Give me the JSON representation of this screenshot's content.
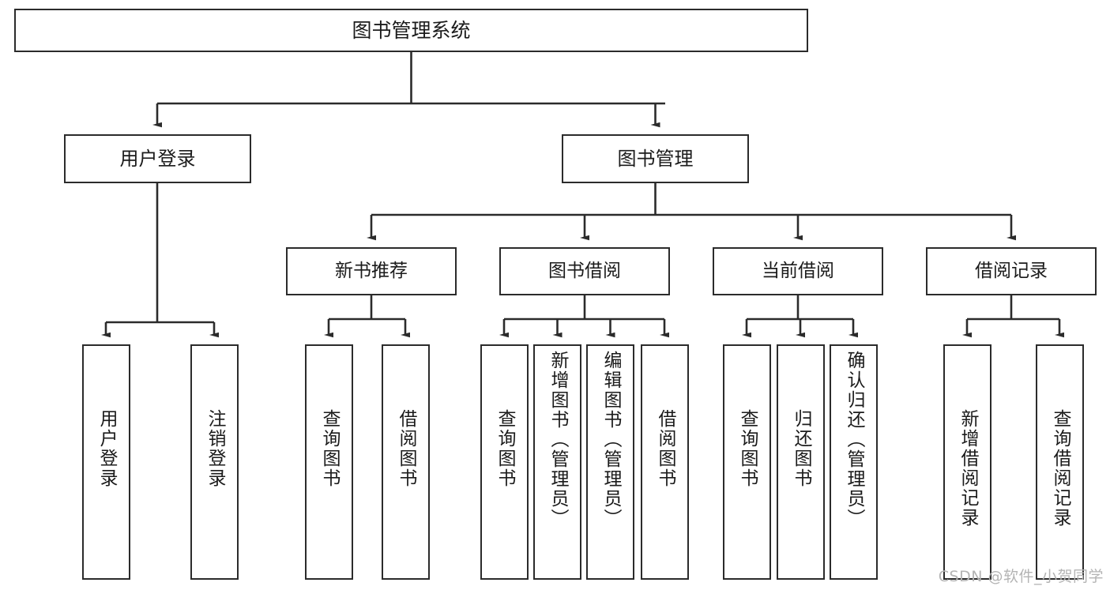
{
  "diagram": {
    "title": "图书管理系统",
    "type": "功能结构图",
    "colors": {
      "box_border": "#2b2b2b",
      "box_fill": "#ffffff",
      "connector": "#2b2b2b",
      "text": "#1b1b1b",
      "watermark": "#b4b4b4",
      "background": "#ffffff"
    },
    "nodes": {
      "root": {
        "label": "图书管理系统"
      },
      "level2": [
        {
          "label": "用户登录"
        },
        {
          "label": "图书管理"
        }
      ],
      "level3": [
        {
          "label": "新书推荐"
        },
        {
          "label": "图书借阅"
        },
        {
          "label": "当前借阅"
        },
        {
          "label": "借阅记录"
        }
      ],
      "leaves_user_login": [
        {
          "label": "用户登录"
        },
        {
          "label": "注销登录"
        }
      ],
      "leaves_new_book": [
        {
          "label": "查询图书"
        },
        {
          "label": "借阅图书"
        }
      ],
      "leaves_borrow": [
        {
          "label": "查询图书"
        },
        {
          "label": "新增图书（管理员）"
        },
        {
          "label": "编辑图书（管理员）"
        },
        {
          "label": "借阅图书"
        }
      ],
      "leaves_current": [
        {
          "label": "查询图书"
        },
        {
          "label": "归还图书"
        },
        {
          "label": "确认归还（管理员）"
        }
      ],
      "leaves_records": [
        {
          "label": "新增借阅记录"
        },
        {
          "label": "查询借阅记录"
        }
      ]
    },
    "watermark": "CSDN @软件_小贺同学"
  },
  "chart_data": {
    "type": "tree",
    "title": "图书管理系统",
    "orientation": "top-down",
    "edges": [
      {
        "from": "图书管理系统",
        "to": "用户登录"
      },
      {
        "from": "图书管理系统",
        "to": "图书管理"
      },
      {
        "from": "用户登录",
        "to": "用户登录(叶)"
      },
      {
        "from": "用户登录",
        "to": "注销登录"
      },
      {
        "from": "图书管理",
        "to": "新书推荐"
      },
      {
        "from": "图书管理",
        "to": "图书借阅"
      },
      {
        "from": "图书管理",
        "to": "当前借阅"
      },
      {
        "from": "图书管理",
        "to": "借阅记录"
      },
      {
        "from": "新书推荐",
        "to": "查询图书"
      },
      {
        "from": "新书推荐",
        "to": "借阅图书"
      },
      {
        "from": "图书借阅",
        "to": "查询图书"
      },
      {
        "from": "图书借阅",
        "to": "新增图书（管理员）"
      },
      {
        "from": "图书借阅",
        "to": "编辑图书（管理员）"
      },
      {
        "from": "图书借阅",
        "to": "借阅图书"
      },
      {
        "from": "当前借阅",
        "to": "查询图书"
      },
      {
        "from": "当前借阅",
        "to": "归还图书"
      },
      {
        "from": "当前借阅",
        "to": "确认归还（管理员）"
      },
      {
        "from": "借阅记录",
        "to": "新增借阅记录"
      },
      {
        "from": "借阅记录",
        "to": "查询借阅记录"
      }
    ]
  }
}
